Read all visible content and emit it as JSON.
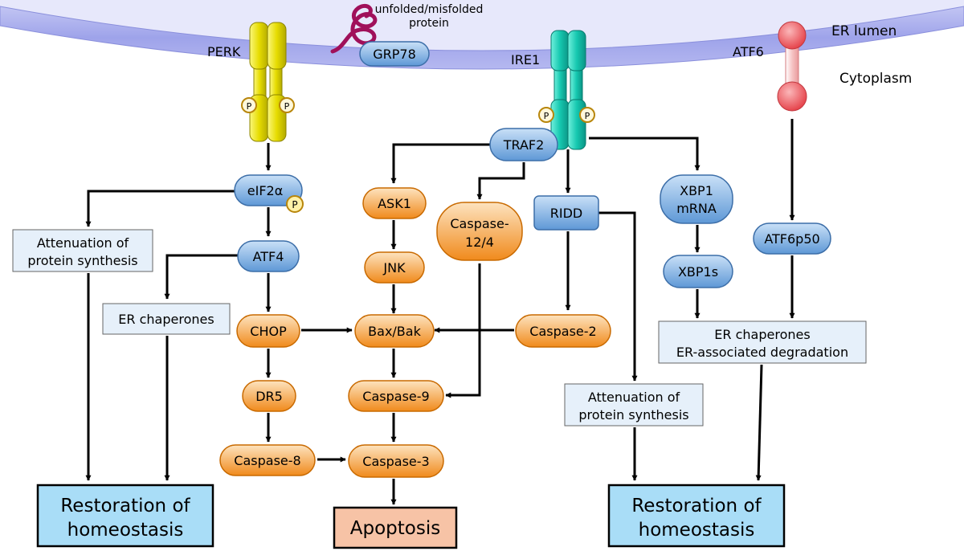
{
  "membrane": {
    "lumen_label": "ER lumen",
    "cytoplasm_label": "Cytoplasm"
  },
  "receptors": {
    "perk": "PERK",
    "ire1": "IRE1",
    "atf6": "ATF6",
    "grp78": "GRP78",
    "unfolded_line1": "unfolded/misfolded",
    "unfolded_line2": "protein",
    "phospho": "P"
  },
  "nodes": {
    "eif2a": "eIF2α",
    "atf4": "ATF4",
    "chop": "CHOP",
    "dr5": "DR5",
    "caspase8": "Caspase-8",
    "traf2": "TRAF2",
    "ask1": "ASK1",
    "jnk": "JNK",
    "bax_bak": "Bax/Bak",
    "caspase9": "Caspase-9",
    "caspase3": "Caspase-3",
    "caspase12_4_line1": "Caspase-",
    "caspase12_4_line2": "12/4",
    "ridd": "RIDD",
    "caspase2": "Caspase-2",
    "xbp1_line1": "XBP1",
    "xbp1_line2": "mRNA",
    "xbp1s": "XBP1s",
    "atf6p50": "ATF6p50"
  },
  "boxes": {
    "atten_left_line1": "Attenuation of",
    "atten_left_line2": "protein synthesis",
    "er_chaperones_left": "ER chaperones",
    "atten_right_line1": "Attenuation of",
    "atten_right_line2": "protein synthesis",
    "er_chap_erad_line1": "ER chaperones",
    "er_chap_erad_line2": "ER-associated degradation"
  },
  "outcomes": {
    "restoration_left_line1": "Restoration of",
    "restoration_left_line2": "homeostasis",
    "apoptosis": "Apoptosis",
    "restoration_right_line1": "Restoration of",
    "restoration_right_line2": "homeostasis"
  },
  "colors": {
    "membrane": "#9fa4e8",
    "blue_node": "#7fb0e0",
    "orange_node": "#f7a23f",
    "perk": "#e8e000",
    "ire1": "#16c8b0",
    "atf6": "#ee5a60",
    "grp78": "#7aa8dc",
    "protein_coil": "#a0105a",
    "phospho_ring": "#b8860b",
    "restoration_fill": "#a9ddf7",
    "apoptosis_fill": "#f7c3a6"
  }
}
